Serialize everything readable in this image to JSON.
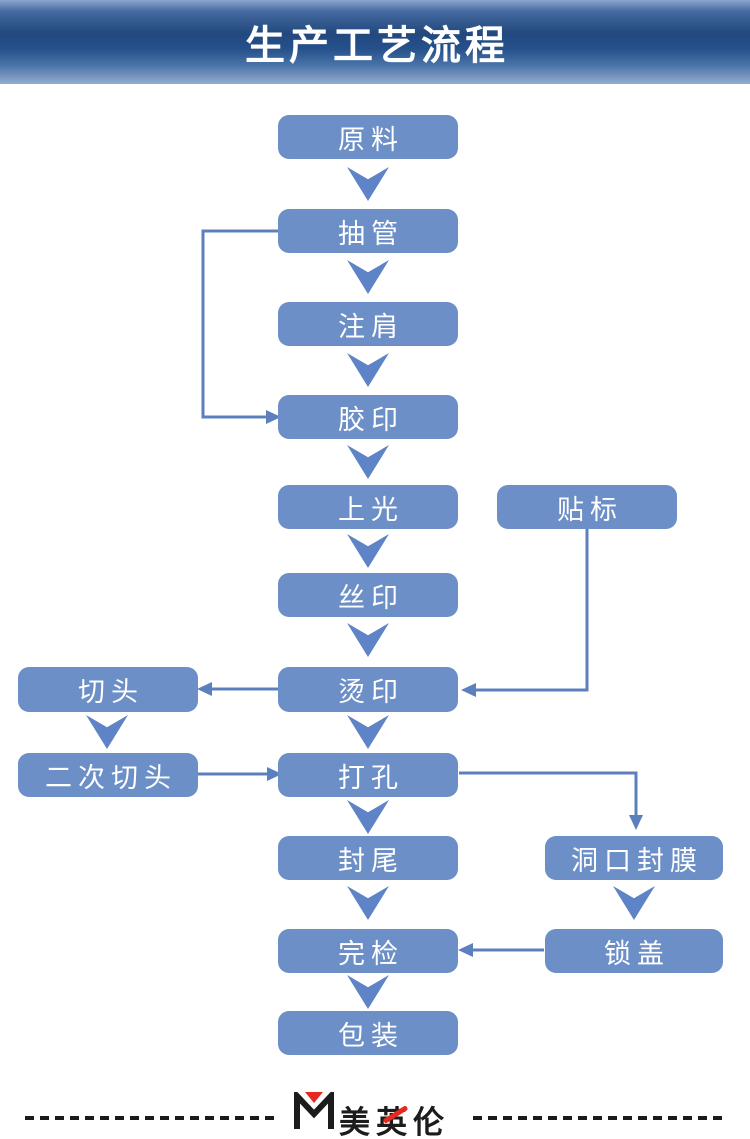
{
  "header": {
    "title": "生产工艺流程"
  },
  "flowchart": {
    "nodes": {
      "raw_material": {
        "label": "原料"
      },
      "tube_extrusion": {
        "label": "抽管"
      },
      "shoulder_injection": {
        "label": "注肩"
      },
      "offset_printing": {
        "label": "胶印"
      },
      "glazing": {
        "label": "上光"
      },
      "silk_screen_printing": {
        "label": "丝印"
      },
      "labeling": {
        "label": "贴标"
      },
      "head_cutting": {
        "label": "切头"
      },
      "hot_stamping": {
        "label": "烫印"
      },
      "second_head_cutting": {
        "label": "二次切头"
      },
      "punching": {
        "label": "打孔"
      },
      "tail_sealing": {
        "label": "封尾"
      },
      "hole_sealing_film": {
        "label": "洞口封膜"
      },
      "final_inspection": {
        "label": "完检"
      },
      "cap_locking": {
        "label": "锁盖"
      },
      "packaging": {
        "label": "包装"
      }
    },
    "colors": {
      "node_fill": "#6C8FC7",
      "connector": "#5C80BD",
      "node_text": "#FFFFFF",
      "header_dark": "#22497E",
      "header_light": "#8AA5CD"
    }
  },
  "footer": {
    "brand": "美英伦",
    "brand_red": "#E8281E",
    "dash_color": "#1A1A1A"
  }
}
